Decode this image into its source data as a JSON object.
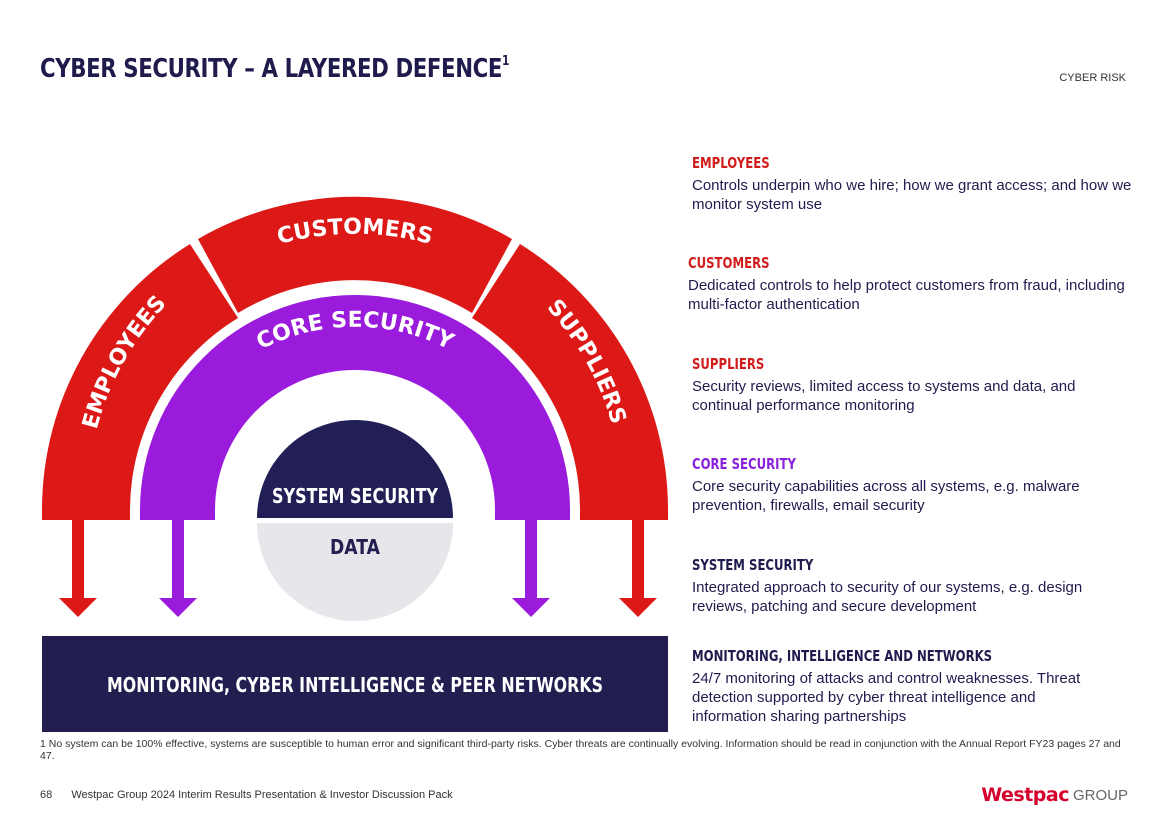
{
  "header": {
    "title": "CYBER SECURITY – A LAYERED DEFENCE",
    "title_superscript": "1",
    "section_tag": "CYBER RISK"
  },
  "diagram": {
    "outer_ring": {
      "left_label": "EMPLOYEES",
      "top_label": "CUSTOMERS",
      "right_label": "SUPPLIERS",
      "color": "#dc1916"
    },
    "core_ring": {
      "label": "CORE SECURITY",
      "color": "#9a1bdb"
    },
    "system_security": {
      "label": "SYSTEM SECURITY",
      "color": "#221e56"
    },
    "data": {
      "label": "DATA",
      "color": "#e6e6eb"
    },
    "base_bar": {
      "label": "MONITORING, CYBER INTELLIGENCE & PEER NETWORKS",
      "color": "#221e4f"
    }
  },
  "layers": [
    {
      "heading": "EMPLOYEES",
      "text": "Controls underpin who we hire; how we grant access; and how we monitor system use",
      "color": "#d11c1c"
    },
    {
      "heading": "CUSTOMERS",
      "text": "Dedicated controls to help protect customers from fraud, including multi-factor authentication",
      "color": "#d11c1c"
    },
    {
      "heading": "SUPPLIERS",
      "text": "Security reviews, limited access to systems and data, and continual performance monitoring",
      "color": "#d11c1c"
    },
    {
      "heading": "CORE SECURITY",
      "text": "Core security capabilities across all systems, e.g. malware prevention, firewalls, email security",
      "color": "#8a1fdc"
    },
    {
      "heading": "SYSTEM SECURITY",
      "text": "Integrated approach to security of our systems, e.g. design reviews, patching and secure development",
      "color": "#1f1c4d"
    },
    {
      "heading": "MONITORING, INTELLIGENCE AND NETWORKS",
      "text": "24/7 monitoring of attacks and control weaknesses. Threat detection supported by cyber threat intelligence and information sharing partnerships",
      "color": "#1f1c4d"
    }
  ],
  "footnote": "1 No system can be 100% effective, systems are susceptible to human error and significant third-party risks. Cyber threats are continually evolving. Information should be read in conjunction with the Annual Report FY23 pages 27 and 47.",
  "footer": {
    "page_number": "68",
    "document_title": "Westpac Group 2024 Interim Results Presentation & Investor Discussion Pack",
    "logo_brand": "Westpac",
    "logo_group": "GROUP",
    "logo_color": "#d5002b"
  }
}
